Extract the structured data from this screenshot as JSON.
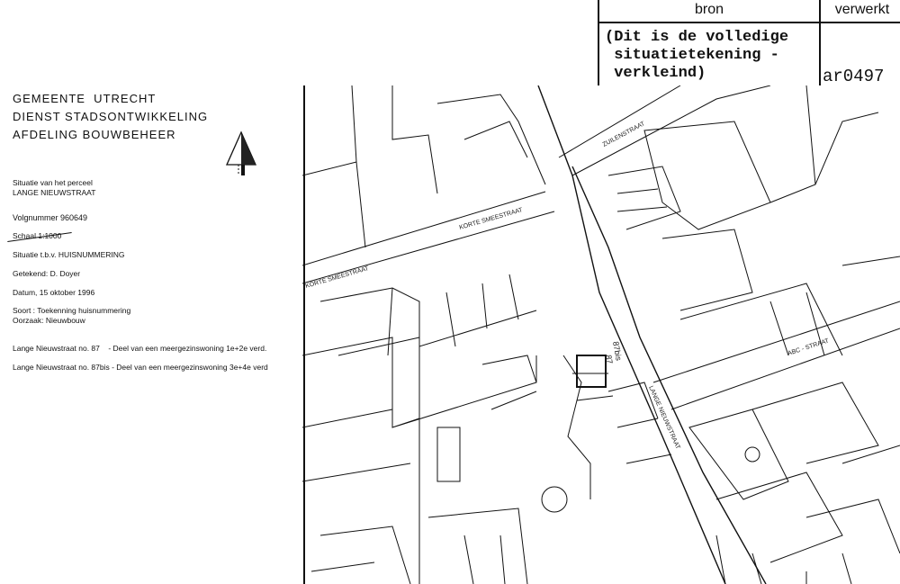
{
  "header_table": {
    "col_source": "bron",
    "col_processed": "verwerkt",
    "note": "(Dit is de volledige\n situatietekening -\n verkleind)",
    "archive_code": "ar0497"
  },
  "title_block": {
    "line1": "GEMEENTE  UTRECHT",
    "line2": "DIENST STADSONTWIKKELING",
    "line3": "AFDELING BOUWBEHEER"
  },
  "details": {
    "situation_label": "Situatie van het perceel",
    "street": "LANGE NIEUWSTRAAT",
    "sequence": "Volgnummer 960649",
    "scale": "Schaal 1:1000",
    "purpose": "Situatie t.b.v. HUISNUMMERING",
    "drawn_by": "Getekend: D. Doyer",
    "date": "Datum, 15 oktober 1996",
    "type": "Soort : Toekenning huisnummering",
    "cause": "Oorzaak: Nieuwbouw",
    "entry1": "Lange Nieuwstraat no. 87    - Deel van een meergezinswoning 1e+2e verd.",
    "entry2": "Lange Nieuwstraat no. 87bis - Deel van een meergezinswoning 3e+4e verd"
  },
  "map": {
    "streets": {
      "zuilenstraat": "ZUILENSTRAAT",
      "korte_smeestraat_1": "KORTE SMEESTRAAT",
      "korte_smeestraat_2": "KORTE SMEESTRAAT",
      "lange_nieuwstraat": "LANGE NIEUWSTRAAT",
      "abc_straat": "ABC - STRAAT"
    },
    "house_numbers": {
      "n87bis": "87bis",
      "n87": "87"
    }
  }
}
